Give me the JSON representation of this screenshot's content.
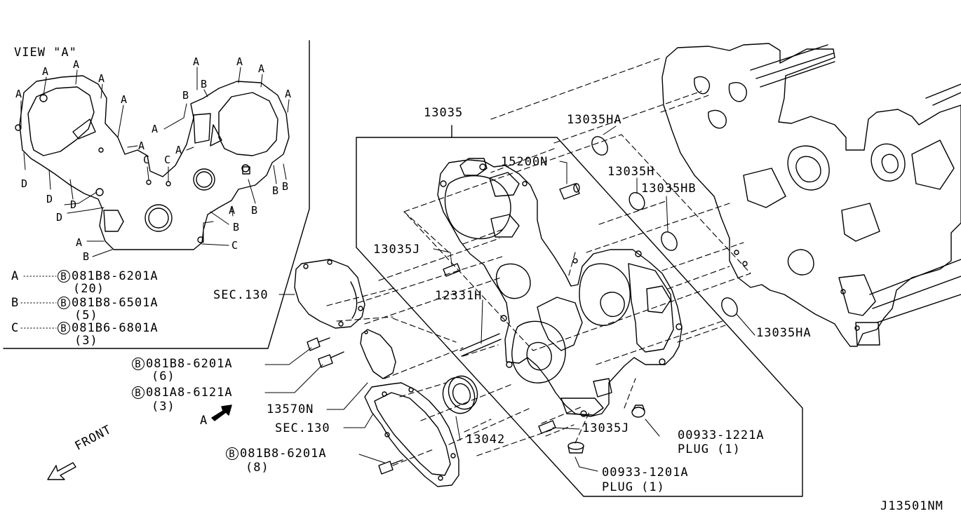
{
  "view_a": {
    "title": "VIEW \"A\"",
    "markers": {
      "a": "A",
      "b": "B",
      "c": "C",
      "d": "D"
    }
  },
  "legend": [
    {
      "key": "A",
      "bolt": "081B8-6201A",
      "qty": "(20)"
    },
    {
      "key": "B",
      "bolt": "081B8-6501A",
      "qty": "(5)"
    },
    {
      "key": "C",
      "bolt": "081B6-6801A",
      "qty": "(3)"
    }
  ],
  "bolt_symbol": "B",
  "parts": {
    "p13035": "13035",
    "p13035HA_top": "13035HA",
    "p15200N": "15200N",
    "p13035H": "13035H",
    "p13035HB": "13035HB",
    "p13035J_left": "13035J",
    "p12331H": "12331H",
    "p13035HA_right": "13035HA",
    "sec130_top": "SEC.130",
    "bolt1": {
      "code": "081B8-6201A",
      "qty": "(6)"
    },
    "bolt2": {
      "code": "081A8-6121A",
      "qty": "(3)"
    },
    "p13570N": "13570N",
    "view_arrow": "A",
    "sec130_bottom": "SEC.130",
    "p13042": "13042",
    "p13035J_bottom": "13035J",
    "plug1": {
      "code": "00933-1221A",
      "desc": "PLUG (1)"
    },
    "bolt3": {
      "code": "081B8-6201A",
      "qty": "(8)"
    },
    "plug2": {
      "code": "00933-1201A",
      "desc": "PLUG (1)"
    },
    "front": "FRONT"
  },
  "diagram_id": "J13501NM"
}
